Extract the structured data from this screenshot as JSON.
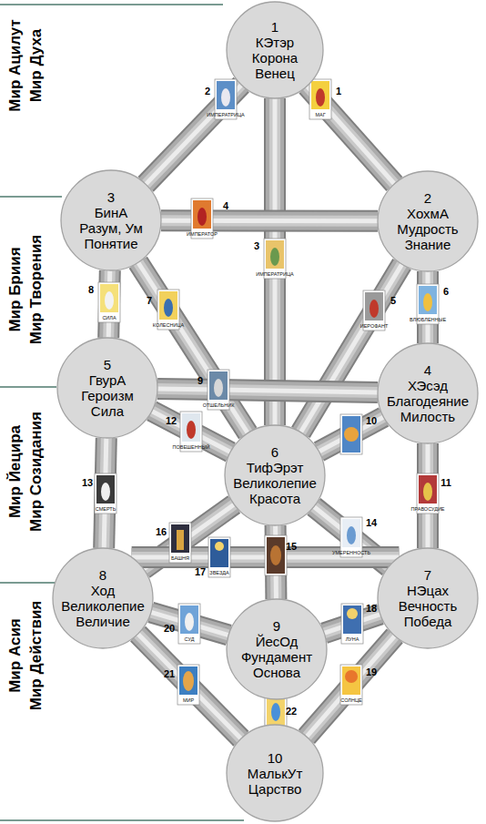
{
  "diagram": {
    "nodes": [
      {
        "text": [
          "1",
          "КЭтэр",
          "Корона",
          "Венец"
        ]
      },
      {
        "text": [
          "3",
          "БинА",
          "Разум, Ум",
          "Понятие"
        ]
      },
      {
        "text": [
          "2",
          "ХохмА",
          "Мудрость",
          "Знание"
        ]
      },
      {
        "text": [
          "5",
          "ГвурА",
          "Героизм",
          "Сила"
        ]
      },
      {
        "text": [
          "4",
          "ХЭсэд",
          "Благодеяние",
          "Милость"
        ]
      },
      {
        "text": [
          "6",
          "ТифЭрэт",
          "Великолепие",
          "Красота"
        ]
      },
      {
        "text": [
          "8",
          "Ход",
          "Великолепие",
          "Величие"
        ]
      },
      {
        "text": [
          "7",
          "НЭцах",
          "Вечность",
          "Победа"
        ]
      },
      {
        "text": [
          "9",
          "ЙесОд",
          "Фундамент",
          "Основа"
        ]
      },
      {
        "text": [
          "10",
          "МалькУт",
          "Царство"
        ]
      }
    ],
    "edges": [
      {
        "from": 0,
        "to": 2,
        "label": "1",
        "arrow": "none"
      },
      {
        "from": 0,
        "to": 1,
        "label": "2",
        "arrow": "none"
      },
      {
        "from": 0,
        "to": 5,
        "label": "3",
        "arrow": "none"
      },
      {
        "from": 1,
        "to": 2,
        "label": "4",
        "arrow": "none"
      },
      {
        "from": 2,
        "to": 5,
        "label": "5",
        "arrow": "none"
      },
      {
        "from": 2,
        "to": 4,
        "label": "6",
        "arrow": "none"
      },
      {
        "from": 1,
        "to": 5,
        "label": "7",
        "arrow": "none"
      },
      {
        "from": 1,
        "to": 3,
        "label": "8",
        "arrow": "none"
      },
      {
        "from": 3,
        "to": 4,
        "label": "9",
        "arrow": "none"
      },
      {
        "from": 4,
        "to": 5,
        "label": "10",
        "arrow": "none"
      },
      {
        "from": 4,
        "to": 7,
        "label": "11",
        "arrow": "none"
      },
      {
        "from": 3,
        "to": 5,
        "label": "12",
        "arrow": "none"
      },
      {
        "from": 3,
        "to": 6,
        "label": "13",
        "arrow": "none"
      },
      {
        "from": 5,
        "to": 7,
        "label": "14",
        "arrow": "none"
      },
      {
        "from": 5,
        "to": 8,
        "label": "15",
        "arrow": "none"
      },
      {
        "from": 5,
        "to": 6,
        "label": "16",
        "arrow": "none"
      },
      {
        "from": 6,
        "to": 7,
        "label": "17",
        "arrow": "none"
      },
      {
        "from": 7,
        "to": 8,
        "label": "18",
        "arrow": "none"
      },
      {
        "from": 7,
        "to": 9,
        "label": "19",
        "arrow": "none"
      },
      {
        "from": 6,
        "to": 8,
        "label": "20",
        "arrow": "none"
      },
      {
        "from": 6,
        "to": 9,
        "label": "21",
        "arrow": "none"
      },
      {
        "from": 8,
        "to": 9,
        "label": "22",
        "arrow": "none"
      }
    ],
    "labels": [
      "Мир Ацилут",
      "Мир Духа",
      "Мир Бриия",
      "Мир Творения",
      "Мир Йецира",
      "Мир Созидания",
      "Мир Асия",
      "Мир Действия",
      "МАГ",
      "ИМПЕРАТРИЦА",
      "ИМПЕРАТРИЦА",
      "ИМПЕРАТОР",
      "ИЕРОФАНТ",
      "ВЛЮБЛЕННЫЕ",
      "КОЛЕСНИЦА",
      "СИЛА",
      "ОТШЕЛЬНИК",
      "ПРАВОСУДИЕ",
      "ПОВЕШЕННЫЙ",
      "СМЕРТЬ",
      "УМЕРЕННОСТЬ",
      "БАШНЯ",
      "ЗВЕЗДА",
      "ЛУНА",
      "СОЛНЦЕ",
      "СУД",
      "МИР"
    ]
  }
}
